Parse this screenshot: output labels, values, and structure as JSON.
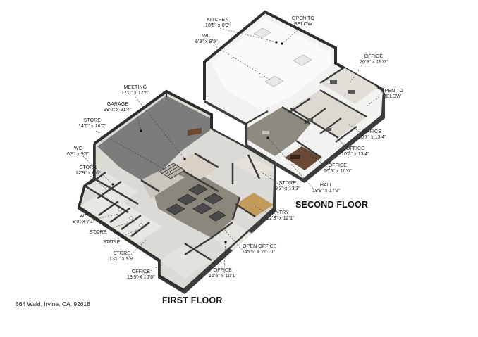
{
  "address": "564 Wald, Irvine, CA, 92618",
  "colors": {
    "wall": "#4a4a4a",
    "floor_gray": "#787878",
    "floor_white": "#f4f4f4",
    "floor_wood": "#c49a5a",
    "carpet": "#8a8578"
  },
  "floors": {
    "first": {
      "title": "FIRST FLOOR",
      "rooms": [
        {
          "id": "meeting",
          "name": "MEETING",
          "dims": "17'0\" x 12'6\""
        },
        {
          "id": "garage",
          "name": "GARAGE",
          "dims": "39'0\" x 31'4\""
        },
        {
          "id": "store1",
          "name": "STORE",
          "dims": "14'5\" x 16'0\""
        },
        {
          "id": "wc1",
          "name": "WC",
          "dims": "6'9\" x 9'1\""
        },
        {
          "id": "store2",
          "name": "STORE",
          "dims": "12'9\" x 6'6\""
        },
        {
          "id": "wc2",
          "name": "WC",
          "dims": "8'0\" x 7'1\""
        },
        {
          "id": "store3",
          "name": "STORE",
          "dims": ""
        },
        {
          "id": "store4",
          "name": "STORE",
          "dims": ""
        },
        {
          "id": "store5",
          "name": "STORE",
          "dims": "13'0\" x 5'9\""
        },
        {
          "id": "office1",
          "name": "OFFICE",
          "dims": "13'9\" x 10'6\""
        },
        {
          "id": "office2",
          "name": "OFFICE",
          "dims": "16'5\" x 10'1\""
        },
        {
          "id": "openoffice",
          "name": "OPEN OFFICE",
          "dims": "45'5\" x 26'10\""
        },
        {
          "id": "entry",
          "name": "ENTRY",
          "dims": "12'3\" x 12'1\""
        },
        {
          "id": "store6",
          "name": "STORE",
          "dims": "9'3\" x 13'3\""
        }
      ]
    },
    "second": {
      "title": "SECOND FLOOR",
      "rooms": [
        {
          "id": "kitchen",
          "name": "KITCHEN",
          "dims": "10'5\" x 8'9\""
        },
        {
          "id": "wc3",
          "name": "WC",
          "dims": "6'3\" x 8'9\""
        },
        {
          "id": "open1",
          "name": "OPEN TO",
          "dims": "BELOW"
        },
        {
          "id": "office3",
          "name": "OFFICE",
          "dims": "20'9\" x 19'0\""
        },
        {
          "id": "open2",
          "name": "OPEN TO",
          "dims": "BELOW"
        },
        {
          "id": "office4",
          "name": "OFFICE",
          "dims": "10'7\" x 13'4\""
        },
        {
          "id": "office5",
          "name": "OFFICE",
          "dims": "10'2\" x 13'4\""
        },
        {
          "id": "office6",
          "name": "OFFICE",
          "dims": "16'5\" x 10'0\""
        },
        {
          "id": "hall",
          "name": "HALL",
          "dims": "19'9\" x 17'3\""
        }
      ]
    }
  }
}
